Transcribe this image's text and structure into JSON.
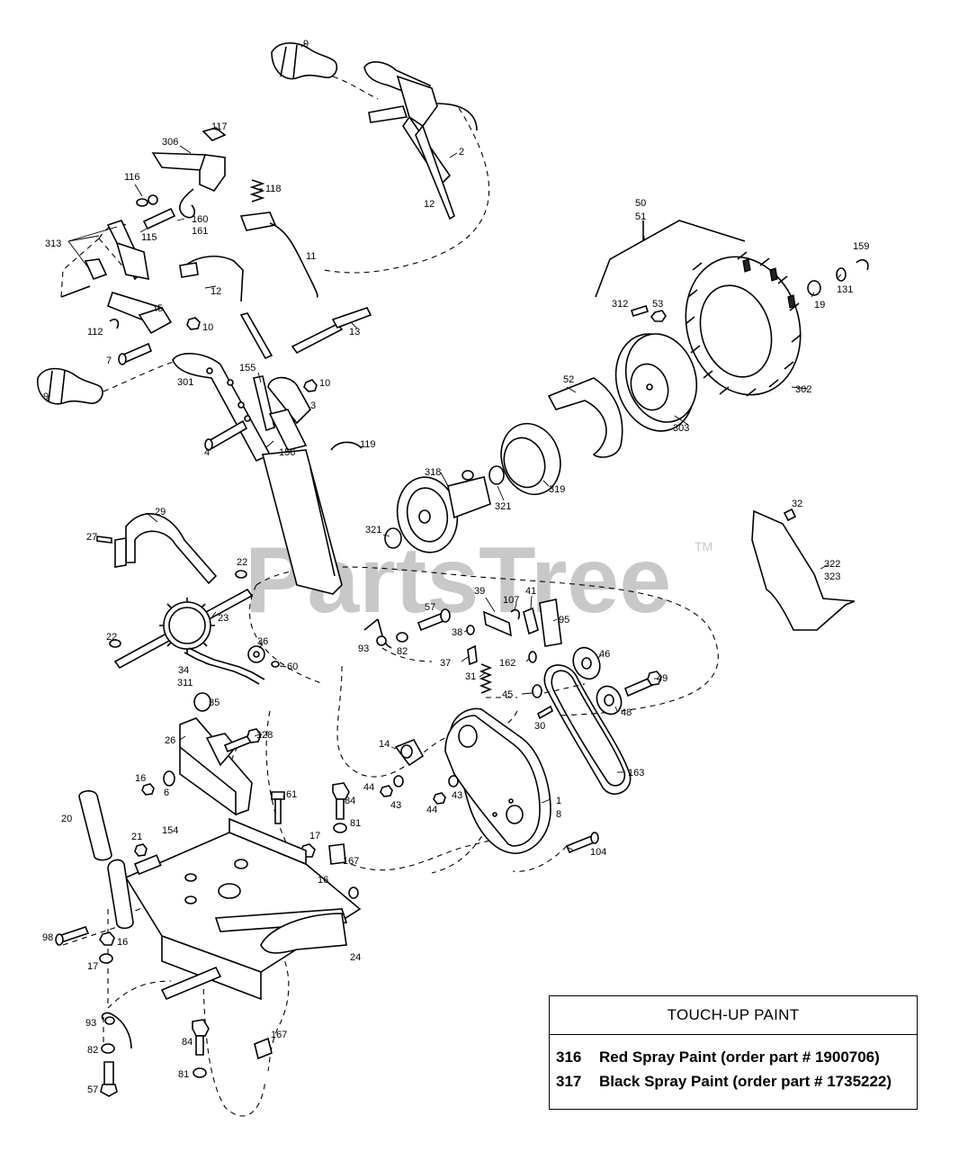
{
  "watermark": {
    "text": "PartsTree",
    "tm": "TM"
  },
  "part_labels": {
    "p9a": "9",
    "p2": "2",
    "p12a": "12",
    "p117": "117",
    "p306": "306",
    "p116": "116",
    "p118": "118",
    "p160": "160",
    "p161": "161",
    "p115": "115",
    "p313": "313",
    "p11": "11",
    "p12b": "12",
    "p5": "5",
    "p10a": "10",
    "p112": "112",
    "p13": "13",
    "p7": "7",
    "p9b": "9",
    "p301": "301",
    "p155": "155",
    "p10b": "10",
    "p3": "3",
    "p4": "4",
    "p156": "156",
    "p119": "119",
    "p50": "50",
    "p51": "51",
    "p159": "159",
    "p312": "312",
    "p53": "53",
    "p131": "131",
    "p19": "19",
    "p52": "52",
    "p302": "302",
    "p303": "303",
    "p318": "318",
    "p319": "319",
    "p321a": "321",
    "p321b": "321",
    "p32": "32",
    "p29": "29",
    "p27": "27",
    "p22a": "22",
    "p322": "322",
    "p323": "323",
    "p23": "23",
    "p39": "39",
    "p57a": "57",
    "p107": "107",
    "p41": "41",
    "p95": "95",
    "p22b": "22",
    "p36": "36",
    "p60": "60",
    "p34": "34",
    "p311": "311",
    "p93a": "93",
    "p82a": "82",
    "p38": "38",
    "p37": "37",
    "p46": "46",
    "p162": "162",
    "p31": "31",
    "p49": "49",
    "p45": "45",
    "p48": "48",
    "p35": "35",
    "p30": "30",
    "p128": "128",
    "p26": "26",
    "p14": "14",
    "p163": "163",
    "p16a": "16",
    "p6": "6",
    "p61": "61",
    "p84a": "84",
    "p44a": "44",
    "p43a": "43",
    "p44b": "44",
    "p43b": "43",
    "p1": "1",
    "p8": "8",
    "p20": "20",
    "p81a": "81",
    "p21": "21",
    "p154": "154",
    "p17a": "17",
    "p167a": "167",
    "p16b": "16",
    "p104": "104",
    "p98": "98",
    "p16c": "16",
    "p17b": "17",
    "p24": "24",
    "p93b": "93",
    "p167b": "167",
    "p84b": "84",
    "p82b": "82",
    "p81b": "81",
    "p57b": "57"
  },
  "touch_up": {
    "title": "TOUCH-UP PAINT",
    "items": [
      {
        "num": "316",
        "text": "Red Spray Paint (order part # 1900706)"
      },
      {
        "num": "317",
        "text": "Black Spray Paint (order part # 1735222)"
      }
    ]
  }
}
